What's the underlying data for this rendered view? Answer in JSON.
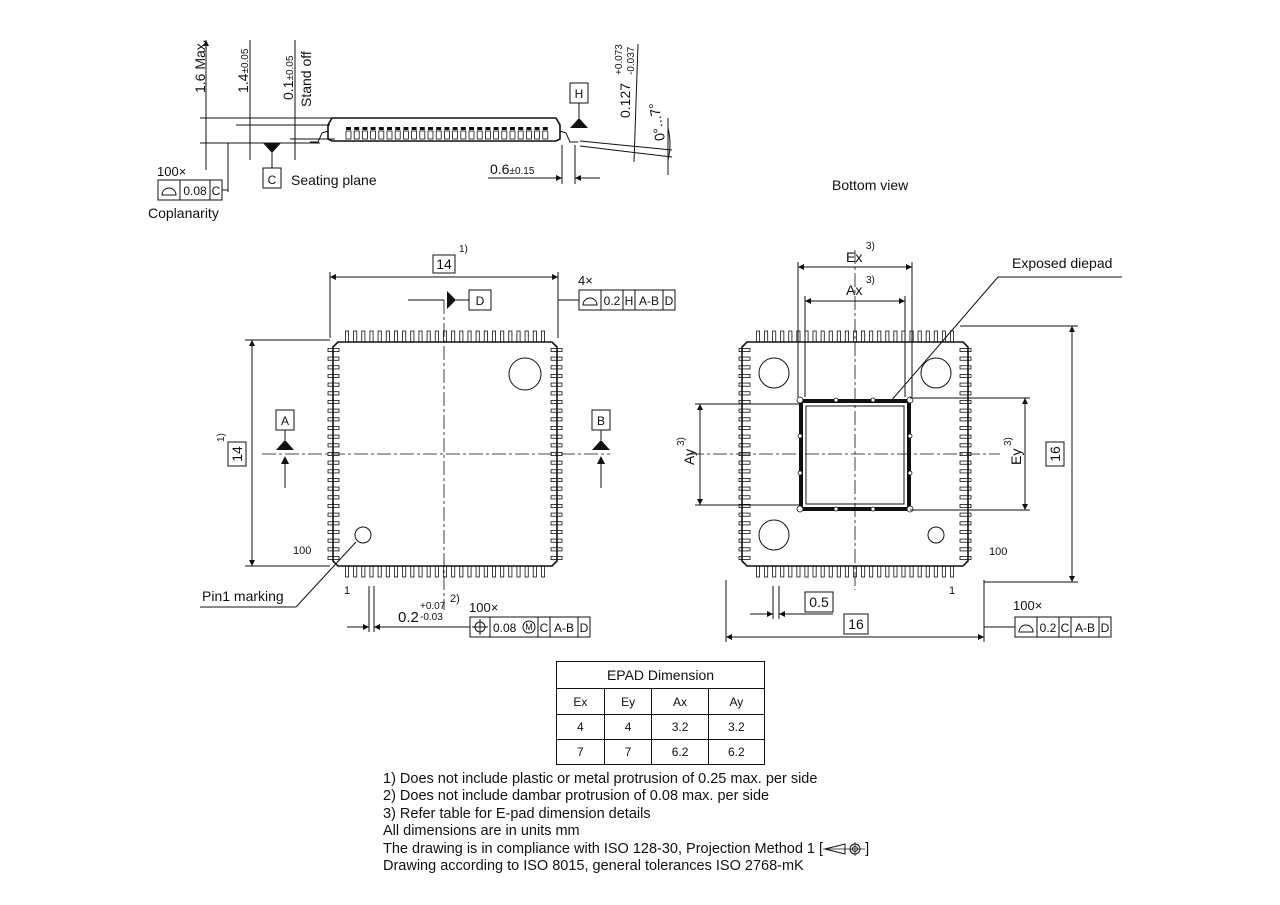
{
  "side_view": {
    "dim_height_max": "1.6 Max.",
    "dim_body": "1.4",
    "dim_body_tol": "±0.05",
    "dim_standoff": "0.1",
    "dim_standoff_tol": "±0.05",
    "standoff_label": "Stand off",
    "lead_thickness": "0.127",
    "lead_thickness_tol_plus": "+0.073",
    "lead_thickness_tol_minus": "-0.037",
    "lead_angle": "0°...7°",
    "datum_h": "H",
    "datum_c": "C",
    "seating_plane": "Seating plane",
    "foot_length": "0.6",
    "foot_length_tol": "±0.15",
    "coplanarity_count": "100×",
    "coplanarity_value": "0.08",
    "coplanarity_datum": "C",
    "coplanarity_label": "Coplanarity"
  },
  "top_view": {
    "width": "14",
    "width_note": "1)",
    "height": "14",
    "height_note": "1)",
    "datum_a": "A",
    "datum_b": "B",
    "datum_d": "D",
    "profile_count": "4×",
    "profile_value": "0.2",
    "profile_datums": [
      "H",
      "A-B",
      "D"
    ],
    "pin_100": "100",
    "pin_1": "1",
    "pin1_marking": "Pin1 marking",
    "lead_width": "0.2",
    "lead_width_tol_plus": "+0.07",
    "lead_width_tol_minus": "-0.03",
    "lead_width_note": "2)",
    "position_count": "100×",
    "position_value": "0.08",
    "position_modifier": "M",
    "position_datums": [
      "C",
      "A-B",
      "D"
    ]
  },
  "bottom_view": {
    "title": "Bottom view",
    "ex": "Ex",
    "ax": "Ax",
    "ey": "Ey",
    "ay": "Ay",
    "epad_note": "3)",
    "exposed_diepad": "Exposed diepad",
    "overall_height": "16",
    "overall_width": "16",
    "pitch": "0.5",
    "pin_100": "100",
    "pin_1": "1",
    "profile_count": "100×",
    "profile_value": "0.2",
    "profile_datums": [
      "C",
      "A-B",
      "D"
    ]
  },
  "epad_table": {
    "caption": "EPAD Dimension",
    "headers": [
      "Ex",
      "Ey",
      "Ax",
      "Ay"
    ],
    "rows": [
      [
        "4",
        "4",
        "3.2",
        "3.2"
      ],
      [
        "7",
        "7",
        "6.2",
        "6.2"
      ]
    ]
  },
  "notes": [
    "1) Does not include plastic or metal protrusion of 0.25 max. per side",
    "2) Does not include dambar protrusion of 0.08 max. per side",
    "3) Refer table for E-pad dimension details",
    "All dimensions are in units mm",
    "The drawing is in compliance with ISO 128-30, Projection Method 1 [",
    "]",
    "Drawing according to ISO 8015, general tolerances ISO 2768-mK"
  ]
}
